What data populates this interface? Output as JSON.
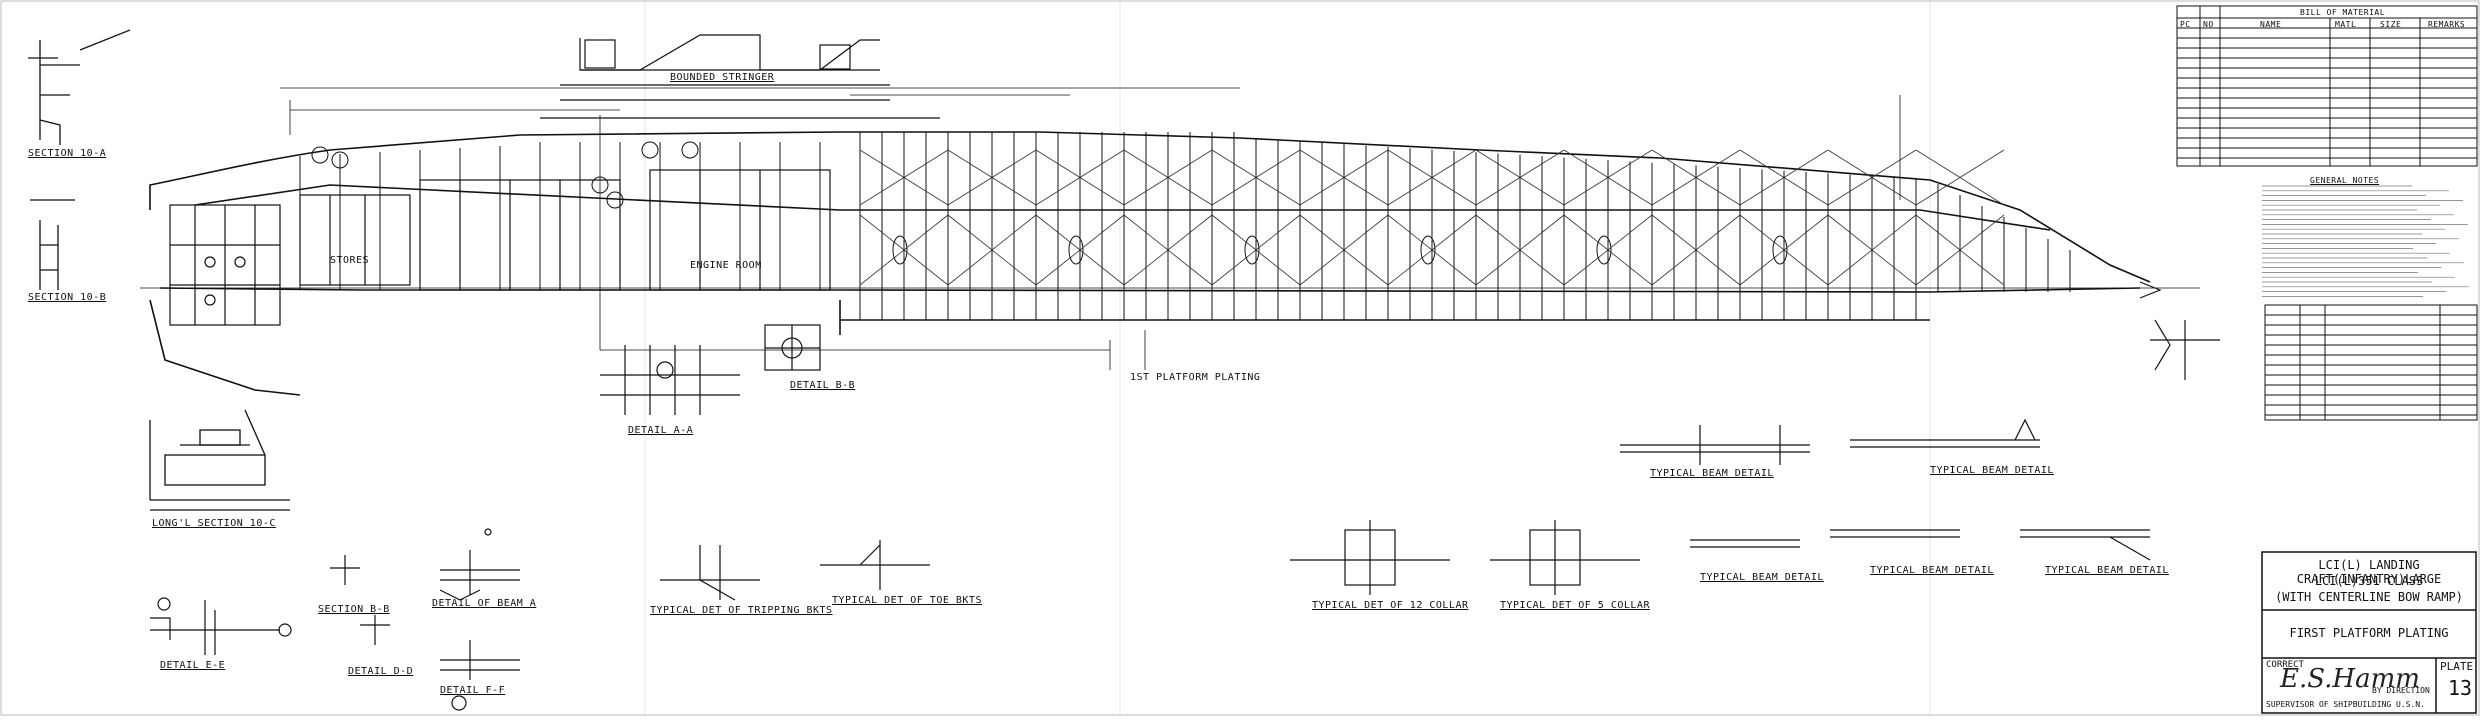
{
  "sheet": {
    "title_block": {
      "line1": "LCI(L) LANDING CRAFT(INFANTRY)LARGE",
      "line2": "LCI(L)351 CLASS",
      "line3": "(WITH CENTERLINE BOW RAMP)",
      "drawing_title": "FIRST PLATFORM PLATING",
      "correct_label": "CORRECT",
      "by_direction": "BY DIRECTION",
      "supervisor": "SUPERVISOR OF SHIPBUILDING U.S.N.",
      "plate_label": "PLATE",
      "plate_number": "13"
    },
    "bill_of_material": {
      "title": "BILL OF MATERIAL",
      "columns": [
        "PC",
        "NO",
        "NAME",
        "MATL",
        "SIZE",
        "REMARKS"
      ]
    },
    "general_notes": {
      "title": "GENERAL NOTES"
    },
    "labels": {
      "section_10a": "SECTION 10-A",
      "section_10b": "SECTION 10-B",
      "section_10c": "LONG'L SECTION 10-C",
      "section_bb": "SECTION B-B",
      "detail_dd": "DETAIL D-D",
      "detail_ee": "DETAIL E-E",
      "detail_ff": "DETAIL F-F",
      "detail_aa": "DETAIL A-A",
      "detail_bb": "DETAIL B-B",
      "stores": "STORES",
      "engine_room": "ENGINE ROOM",
      "platform_plating": "1st PLATFORM PLATING",
      "bounded_stringer": "BOUNDED STRINGER",
      "detail_beam_a": "DETAIL OF BEAM A",
      "typical_tripping": "TYPICAL DET OF TRIPPING BKTS",
      "typical_toe": "TYPICAL DET OF TOE BKTS",
      "typical_collar_12": "TYPICAL DET OF 12 COLLAR",
      "typical_collar_5": "TYPICAL DET OF 5 COLLAR",
      "typical_beam_detail": "TYPICAL BEAM DETAIL"
    }
  }
}
